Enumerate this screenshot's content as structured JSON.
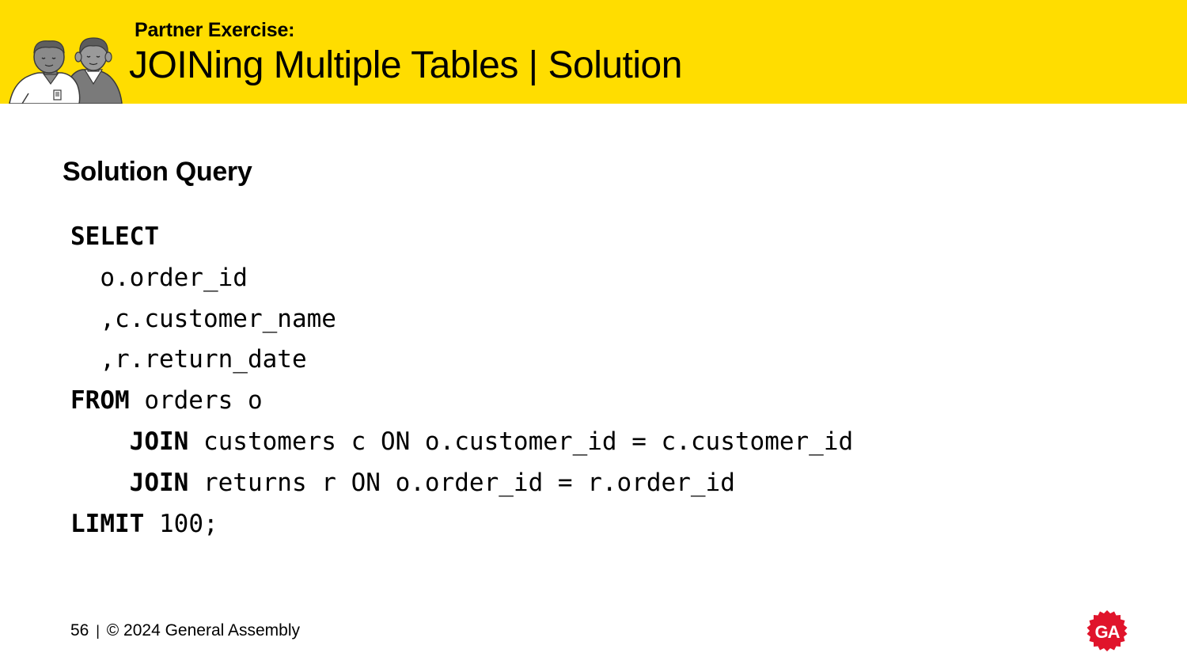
{
  "header": {
    "kicker": "Partner Exercise:",
    "title": "JOINing Multiple Tables | Solution",
    "background_color": "#FFDD00",
    "illustration_icon": "two-people-illustration"
  },
  "section": {
    "heading": "Solution Query"
  },
  "code": {
    "language": "SQL",
    "lines": [
      {
        "indent": "",
        "keyword": "SELECT",
        "rest": ""
      },
      {
        "indent": "  ",
        "keyword": "",
        "rest": "o.order_id"
      },
      {
        "indent": "  ",
        "keyword": "",
        "rest": ",c.customer_name"
      },
      {
        "indent": "  ",
        "keyword": "",
        "rest": ",r.return_date"
      },
      {
        "indent": "",
        "keyword": "FROM",
        "rest": " orders o"
      },
      {
        "indent": "    ",
        "keyword": "JOIN",
        "rest": " customers c ON o.customer_id = c.customer_id"
      },
      {
        "indent": "    ",
        "keyword": "JOIN",
        "rest": " returns r ON o.order_id = r.order_id"
      },
      {
        "indent": "",
        "keyword": "LIMIT",
        "rest": " 100;"
      }
    ]
  },
  "footer": {
    "page_number": "56",
    "separator": "|",
    "copyright": "© 2024 General Assembly"
  },
  "logo": {
    "text": "GA",
    "color": "#E0142B",
    "icon": "general-assembly-logo-icon"
  }
}
